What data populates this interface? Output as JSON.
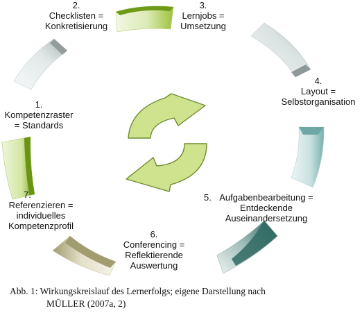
{
  "cycle": {
    "steps": [
      {
        "number": "1.",
        "line1": "Kompetenzraster",
        "line2": "= Standards",
        "line3": ""
      },
      {
        "number": "2.",
        "line1": "Checklisten =",
        "line2": "Konkretisierung",
        "line3": ""
      },
      {
        "number": "3.",
        "line1": "Lernjobs =",
        "line2": "Umsetzung",
        "line3": ""
      },
      {
        "number": "4.",
        "line1": "Layout =",
        "line2": "Selbstorganisation",
        "line3": ""
      },
      {
        "number": "5.",
        "line1": "Aufgabenbearbeitung =",
        "line2": "Entdeckende",
        "line3": "Auseinandersetzung"
      },
      {
        "number": "6.",
        "line1": "Conferencing =",
        "line2": "Reflektierende",
        "line3": "Auswertung"
      },
      {
        "number": "7.",
        "line1": "Referenzieren =",
        "line2": "individuelles",
        "line3": "Kompetenzprofil"
      }
    ]
  },
  "caption": {
    "line1": "Abb. 1:  Wirkungskreislauf des Lernerfolgs; eigene Darstellung nach",
    "line2": "MÜLLER (2007a, 2)"
  },
  "colors": {
    "arrows_fill": "#cfe38f",
    "arrows_stroke": "#6f8a2e",
    "segment_green": "#8fb82a",
    "segment_grey": "#9aa3a3",
    "segment_teal": "#7fb3b3",
    "segment_darkteal": "#2f6a62",
    "segment_olive": "#a8a47a"
  }
}
